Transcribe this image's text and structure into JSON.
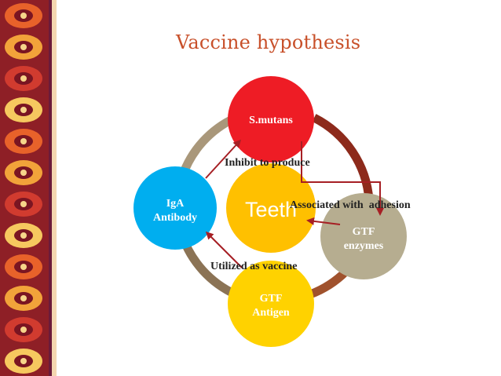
{
  "slide": {
    "title": "Vaccine hypothesis"
  },
  "diagram": {
    "center_label": "Teeth",
    "nodes": {
      "top": "S.mutans",
      "left_line1": "IgA",
      "left_line2": "Antibody",
      "right_line1": "GTF",
      "right_line2": "enzymes",
      "bottom_line1": "GTF",
      "bottom_line2": "Antigen"
    },
    "relations": {
      "inhibit": "Inhibit to produce",
      "associated": "Associated with  adhesion",
      "vaccine": "Utilized as vaccine"
    }
  },
  "colors": {
    "title": "#c8502a",
    "top_node": "#ee1c25",
    "left_node": "#00aeef",
    "right_node": "#b6ad90",
    "bottom_node": "#ffd200",
    "center": "#ffc000",
    "center_text": "#ffffff",
    "arrow": "#a61f24",
    "ring_left": "#a9977a",
    "ring_right": "#8d2a1b",
    "ring_bottom_left": "#8b7355",
    "ring_bottom_right": "#a0522d",
    "border_bg": "#c0392b"
  }
}
